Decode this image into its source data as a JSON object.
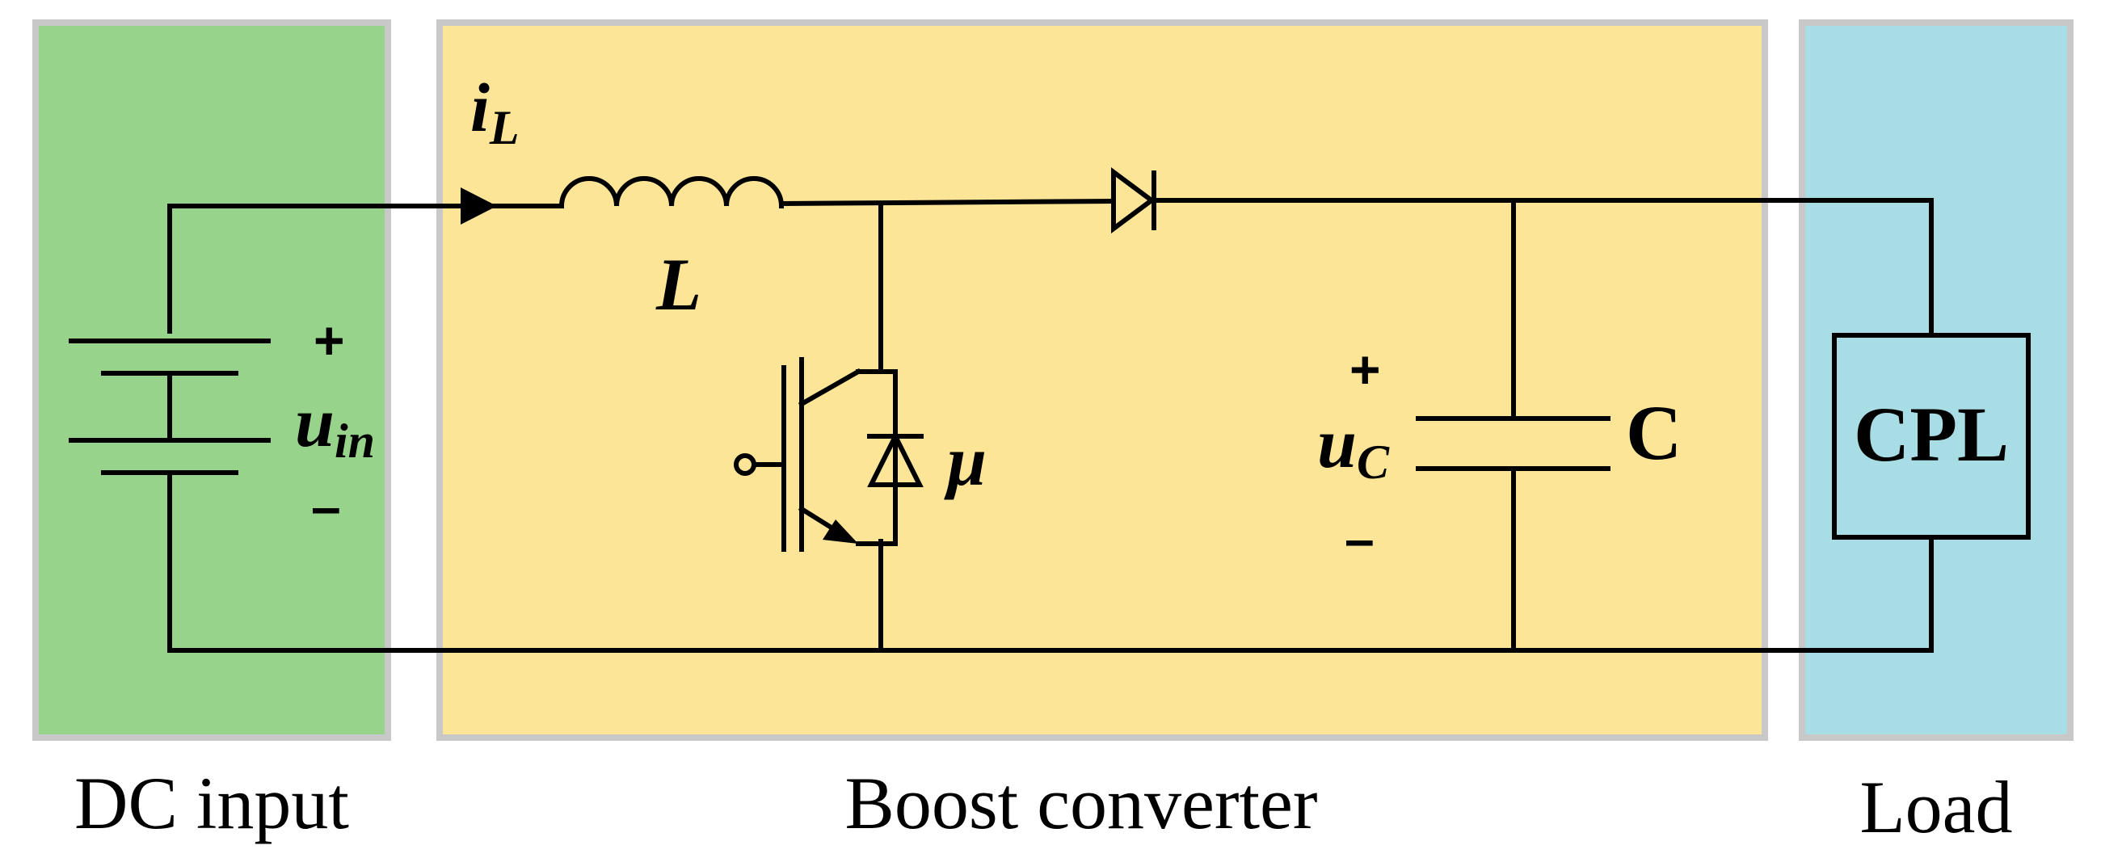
{
  "colors": {
    "dc_input": "#98d38c",
    "boost_converter": "#fde597",
    "load": "#a9dde6",
    "border": "#c8c8c8"
  },
  "regions": {
    "dc_input_caption": "DC input",
    "boost_converter_caption": "Boost converter",
    "load_caption": "Load"
  },
  "labels": {
    "current_main": "i",
    "current_sub": "L",
    "inductor": "L",
    "input_voltage_main": "u",
    "input_voltage_sub": "in",
    "plus": "+",
    "minus": "–",
    "switch_signal": "μ",
    "capacitor_voltage_main": "u",
    "capacitor_voltage_sub": "C",
    "capacitor": "C",
    "load_block": "CPL"
  },
  "icons": [
    "battery-icon",
    "inductor-icon",
    "igbt-icon",
    "diode-icon",
    "capacitor-icon",
    "current-arrow-icon"
  ]
}
